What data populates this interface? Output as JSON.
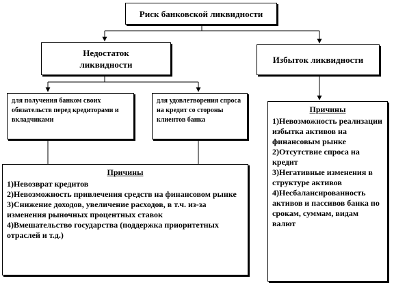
{
  "root": {
    "title": "Риск банковской ликвидности"
  },
  "shortage": {
    "title_line1": "Недостаток",
    "title_line2": "ликвидности",
    "sub_left": "для получения банком своих обязательств перед кредиторами и вкладчиками",
    "sub_right": "для удовлетворения спроса на кредит со стороны клиентов банка",
    "causes_title": "Причины",
    "causes": [
      "1)Невозврат кредитов",
      "2)Невозможность привлечения средств на финансовом рынке",
      "3)Снижение доходов, увеличение расходов, в т.ч. из-за изменения рыночных процентных ставок",
      "4)Вмешательство государства (поддержка приоритетных отраслей и т.д.)"
    ]
  },
  "excess": {
    "title": "Избыток ликвидности",
    "causes_title": "Причины",
    "causes": [
      "1)Невозможность реализации избытка активов на финансовым рынке",
      "2)Отсутствие спроса на кредит",
      "3)Негативные изменения в структуре активов",
      "4)Несбалансированность активов и пассивов банка по срокам, суммам, видам валют"
    ]
  }
}
